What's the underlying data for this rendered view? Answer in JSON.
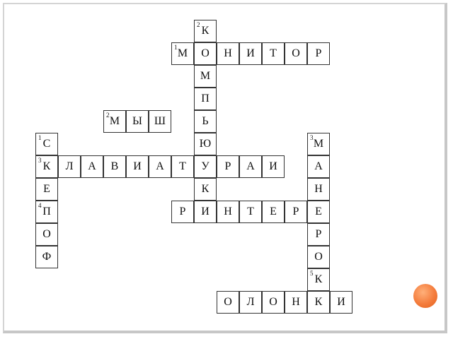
{
  "crossword": {
    "cells": [
      {
        "letter": "К",
        "num": "2"
      },
      {
        "letter": "М",
        "num": "1"
      },
      {
        "letter": "О",
        "num": ""
      },
      {
        "letter": "Н",
        "num": ""
      },
      {
        "letter": "И",
        "num": ""
      },
      {
        "letter": "Т",
        "num": ""
      },
      {
        "letter": "О",
        "num": ""
      },
      {
        "letter": "Р",
        "num": ""
      },
      {
        "letter": "М",
        "num": ""
      },
      {
        "letter": "П",
        "num": ""
      },
      {
        "letter": "М",
        "num": "2"
      },
      {
        "letter": "Ы",
        "num": ""
      },
      {
        "letter": "Ш",
        "num": ""
      },
      {
        "letter": "Ь",
        "num": ""
      },
      {
        "letter": "С",
        "num": "1"
      },
      {
        "letter": "Ю",
        "num": ""
      },
      {
        "letter": "М",
        "num": "3"
      },
      {
        "letter": "К",
        "num": "3"
      },
      {
        "letter": "Л",
        "num": ""
      },
      {
        "letter": "А",
        "num": ""
      },
      {
        "letter": "В",
        "num": ""
      },
      {
        "letter": "И",
        "num": ""
      },
      {
        "letter": "А",
        "num": ""
      },
      {
        "letter": "Т",
        "num": ""
      },
      {
        "letter": "У",
        "num": ""
      },
      {
        "letter": "Р",
        "num": ""
      },
      {
        "letter": "А",
        "num": ""
      },
      {
        "letter": "И",
        "num": ""
      },
      {
        "letter": "А",
        "num": ""
      },
      {
        "letter": "Е",
        "num": ""
      },
      {
        "letter": "К",
        "num": ""
      },
      {
        "letter": "Н",
        "num": ""
      },
      {
        "letter": "П",
        "num": "4"
      },
      {
        "letter": "Р",
        "num": ""
      },
      {
        "letter": "И",
        "num": ""
      },
      {
        "letter": "Н",
        "num": ""
      },
      {
        "letter": "Т",
        "num": ""
      },
      {
        "letter": "Е",
        "num": ""
      },
      {
        "letter": "Р",
        "num": ""
      },
      {
        "letter": "Е",
        "num": ""
      },
      {
        "letter": "О",
        "num": ""
      },
      {
        "letter": "Р",
        "num": ""
      },
      {
        "letter": "Ф",
        "num": ""
      },
      {
        "letter": "О",
        "num": ""
      },
      {
        "letter": "К",
        "num": "5"
      },
      {
        "letter": "О",
        "num": ""
      },
      {
        "letter": "Л",
        "num": ""
      },
      {
        "letter": "О",
        "num": ""
      },
      {
        "letter": "Н",
        "num": ""
      },
      {
        "letter": "К",
        "num": ""
      },
      {
        "letter": "И",
        "num": ""
      }
    ]
  }
}
